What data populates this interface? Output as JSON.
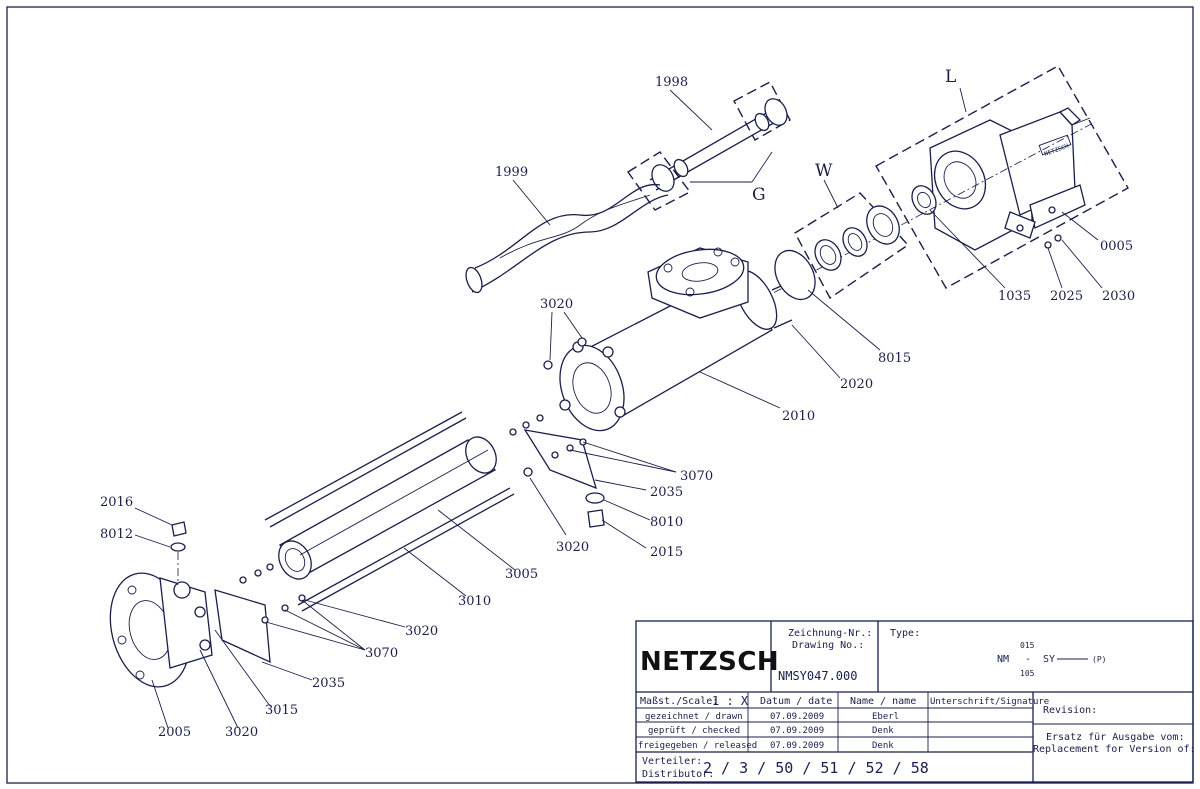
{
  "callouts": {
    "c1998": "1998",
    "c1999": "1999",
    "cL": "L",
    "cW": "W",
    "cG": "G",
    "c0005": "0005",
    "c1035": "1035",
    "c2025": "2025",
    "c2030": "2030",
    "c8015": "8015",
    "c2020": "2020",
    "c2010": "2010",
    "c3020a": "3020",
    "c3070a": "3070",
    "c2035a": "2035",
    "c8010": "8010",
    "c2015": "2015",
    "c3020b": "3020",
    "c3005": "3005",
    "c3010": "3010",
    "c3020c": "3020",
    "c3070b": "3070",
    "c2035b": "2035",
    "c3015": "3015",
    "c3020d": "3020",
    "c2005": "2005",
    "c2016": "2016",
    "c8012": "8012",
    "pump_label": "NETZSCH"
  },
  "title_block": {
    "logo": "NETZSCH",
    "drawing_no_label_de": "Zeichnung-Nr.:",
    "drawing_no_label_en": "Drawing No.:",
    "drawing_no": "NMSY047.000",
    "type_label": "Type:",
    "type_nm": "NM",
    "type_top": "015",
    "type_dash": "-",
    "type_bottom": "105",
    "type_sy": "SY",
    "type_p": "(P)",
    "scale_label": "Maßst./Scale:",
    "scale_value": "1 : X",
    "date_header": "Datum / date",
    "name_header": "Name / name",
    "signature_header": "Unterschrift/Signature",
    "rows": [
      {
        "label": "gezeichnet / drawn",
        "date": "07.09.2009",
        "name": "Eberl"
      },
      {
        "label": "geprüft / checked",
        "date": "07.09.2009",
        "name": "Denk"
      },
      {
        "label": "freigegeben / released",
        "date": "07.09.2009",
        "name": "Denk"
      }
    ],
    "distributor_label_de": "Verteiler:",
    "distributor_label_en": "Distributor:",
    "distributor_values": "2 / 3 / 50 / 51 / 52 / 58",
    "revision_label": "Revision:",
    "replacement_de": "Ersatz für Ausgabe vom:",
    "replacement_en": "Replacement for Version of:"
  },
  "colors": {
    "line": "#1a1f4a",
    "background": "#ffffff"
  }
}
